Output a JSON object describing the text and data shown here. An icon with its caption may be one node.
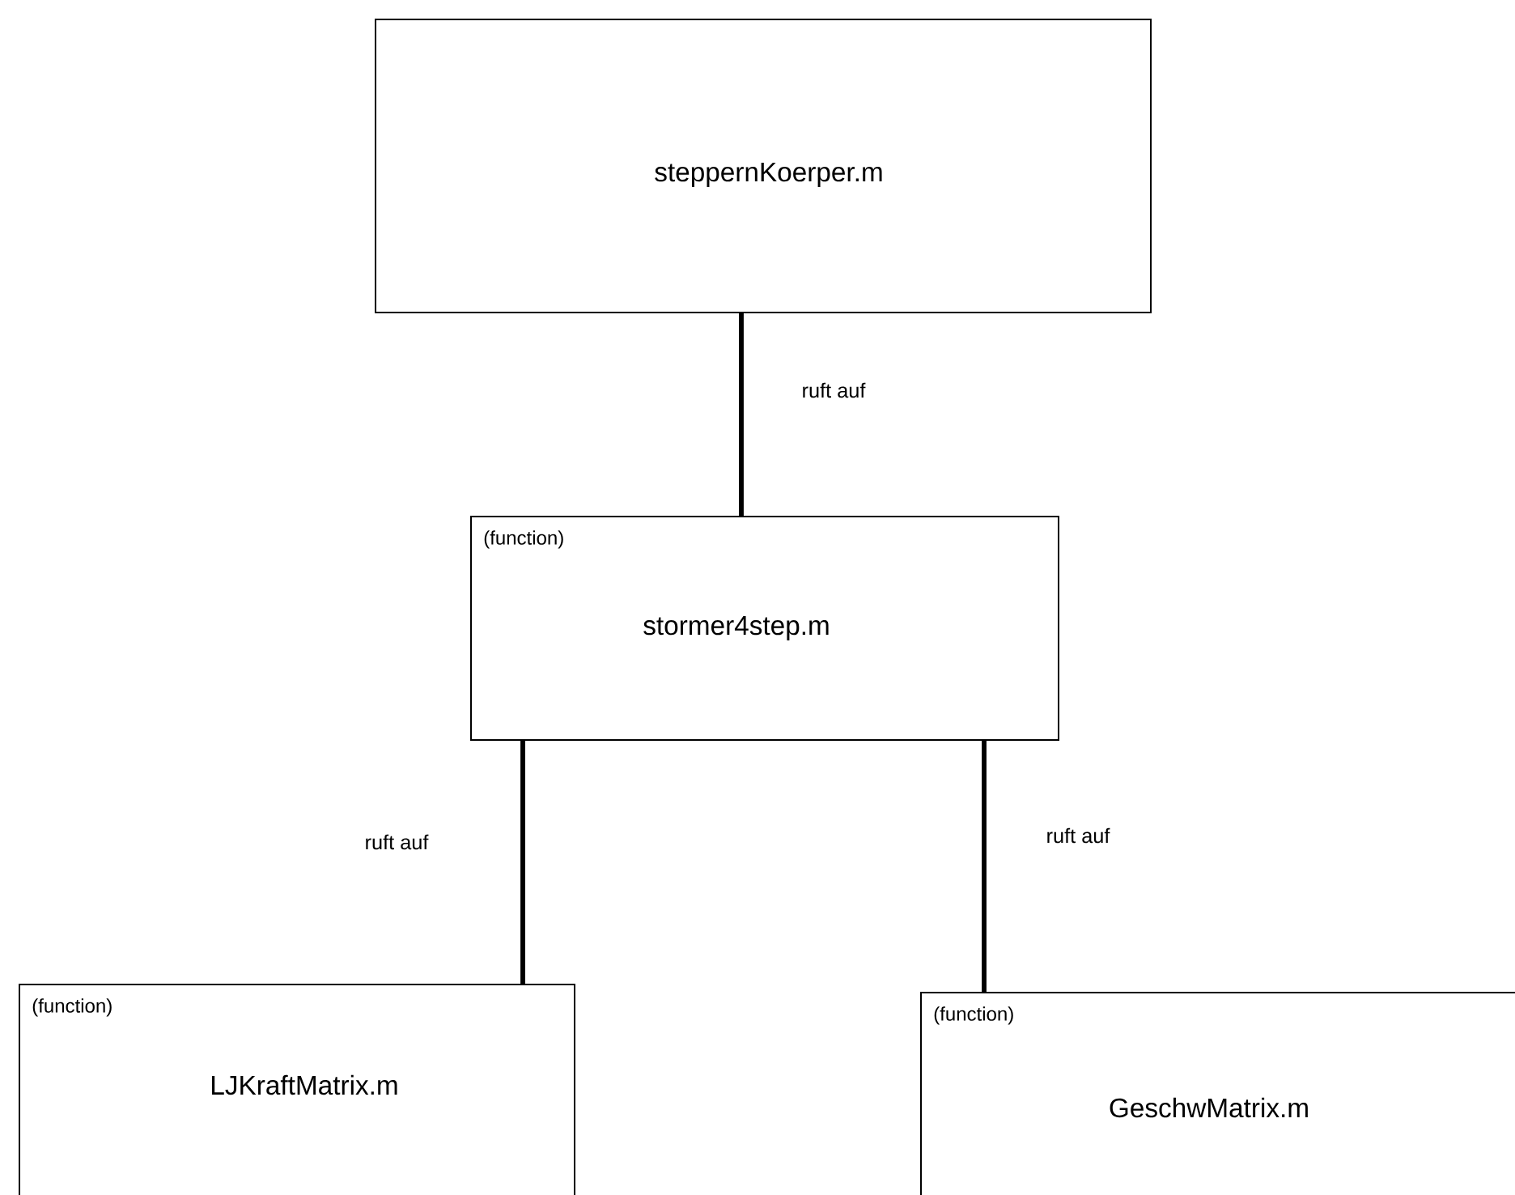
{
  "diagram": {
    "nodes": [
      {
        "text": [
          "steppernKoerper.m"
        ]
      },
      {
        "text": [
          "(function)",
          "stormer4step.m"
        ]
      },
      {
        "text": [
          "(function)",
          "LJKraftMatrix.m"
        ]
      },
      {
        "text": [
          "(function)",
          "GeschwMatrix.m"
        ]
      }
    ],
    "edges": [
      {
        "from": 0,
        "to": 1,
        "arrow": "none",
        "label": "ruft auf"
      },
      {
        "from": 1,
        "to": 2,
        "arrow": "none",
        "label": "ruft auf"
      },
      {
        "from": 1,
        "to": 3,
        "arrow": "none",
        "label": "ruft auf"
      }
    ]
  }
}
